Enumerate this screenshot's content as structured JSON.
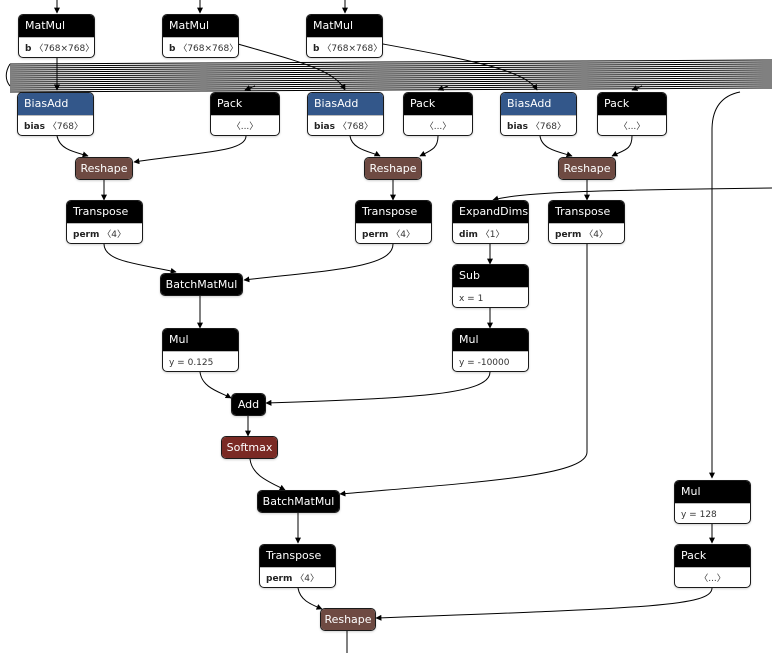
{
  "nodes": {
    "matmul_1": {
      "op": "MatMul",
      "attr": "b",
      "val": "〈768×768〉"
    },
    "matmul_2": {
      "op": "MatMul",
      "attr": "b",
      "val": "〈768×768〉"
    },
    "matmul_3": {
      "op": "MatMul",
      "attr": "b",
      "val": "〈768×768〉"
    },
    "biasadd_1": {
      "op": "BiasAdd",
      "attr": "bias",
      "val": "〈768〉"
    },
    "biasadd_2": {
      "op": "BiasAdd",
      "attr": "bias",
      "val": "〈768〉"
    },
    "biasadd_3": {
      "op": "BiasAdd",
      "attr": "bias",
      "val": "〈768〉"
    },
    "pack_1": {
      "op": "Pack",
      "val": "〈...〉"
    },
    "pack_2": {
      "op": "Pack",
      "val": "〈...〉"
    },
    "pack_3": {
      "op": "Pack",
      "val": "〈...〉"
    },
    "pack_4": {
      "op": "Pack",
      "val": "〈...〉"
    },
    "reshape_1": {
      "op": "Reshape"
    },
    "reshape_2": {
      "op": "Reshape"
    },
    "reshape_3": {
      "op": "Reshape"
    },
    "reshape_4": {
      "op": "Reshape"
    },
    "transpose_1": {
      "op": "Transpose",
      "attr": "perm",
      "val": "〈4〉"
    },
    "transpose_2": {
      "op": "Transpose",
      "attr": "perm",
      "val": "〈4〉"
    },
    "transpose_3": {
      "op": "Transpose",
      "attr": "perm",
      "val": "〈4〉"
    },
    "transpose_4": {
      "op": "Transpose",
      "attr": "perm",
      "val": "〈4〉"
    },
    "expanddims": {
      "op": "ExpandDims",
      "attr": "dim",
      "val": "〈1〉"
    },
    "sub": {
      "op": "Sub",
      "val": "x = 1"
    },
    "mul_1": {
      "op": "Mul",
      "val": "y = 0.125"
    },
    "mul_2": {
      "op": "Mul",
      "val": "y = -10000"
    },
    "mul_3": {
      "op": "Mul",
      "val": "y = 128"
    },
    "batchmatmul_1": {
      "op": "BatchMatMul"
    },
    "batchmatmul_2": {
      "op": "BatchMatMul"
    },
    "add": {
      "op": "Add"
    },
    "softmax": {
      "op": "Softmax"
    }
  }
}
